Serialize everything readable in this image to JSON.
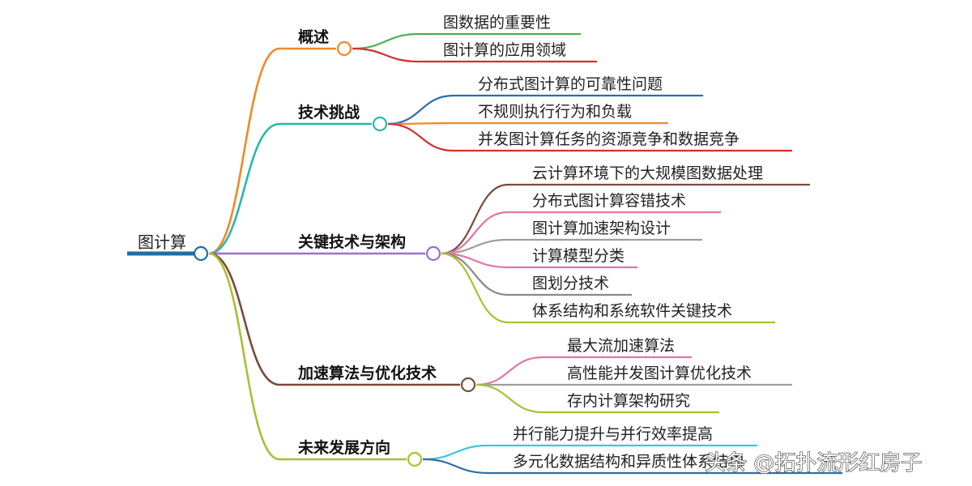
{
  "root": {
    "label": "图计算",
    "color": "#1f6fa3"
  },
  "branches": [
    {
      "label": "概述",
      "color": "#f08a24",
      "children": [
        {
          "label": "图数据的重要性",
          "color": "#4caf50"
        },
        {
          "label": "图计算的应用领域",
          "color": "#d32f2f"
        }
      ]
    },
    {
      "label": "技术挑战",
      "color": "#26b8b0",
      "children": [
        {
          "label": "分布式图计算的可靠性问题",
          "color": "#2b6fa8"
        },
        {
          "label": "不规则执行行为和负载",
          "color": "#f08a24"
        },
        {
          "label": "并发图计算任务的资源竞争和数据竞争",
          "color": "#d32f2f"
        }
      ]
    },
    {
      "label": "关键技术与架构",
      "color": "#9a6fd0",
      "children": [
        {
          "label": "云计算环境下的大规模图数据处理",
          "color": "#7b4a3a"
        },
        {
          "label": "分布式图计算容错技术",
          "color": "#e573a8"
        },
        {
          "label": "图计算加速架构设计",
          "color": "#9e9e9e"
        },
        {
          "label": "计算模型分类",
          "color": "#e573a8"
        },
        {
          "label": "图划分技术",
          "color": "#8a8a8a"
        },
        {
          "label": "体系结构和系统软件关键技术",
          "color": "#a8c030"
        }
      ]
    },
    {
      "label": "加速算法与优化技术",
      "color": "#7b4a3a",
      "children": [
        {
          "label": "最大流加速算法",
          "color": "#e573a8"
        },
        {
          "label": "高性能并发图计算优化技术",
          "color": "#9e9e9e"
        },
        {
          "label": "存内计算架构研究",
          "color": "#a8c030"
        }
      ]
    },
    {
      "label": "未来发展方向",
      "color": "#a8c030",
      "children": [
        {
          "label": "并行能力提升与并行效率提高",
          "color": "#3cc8d8"
        },
        {
          "label": "多元化数据结构和异质性体系结构",
          "color": "#2b6fa8"
        }
      ]
    }
  ],
  "watermark": "头条 @拓扑流形红房子"
}
